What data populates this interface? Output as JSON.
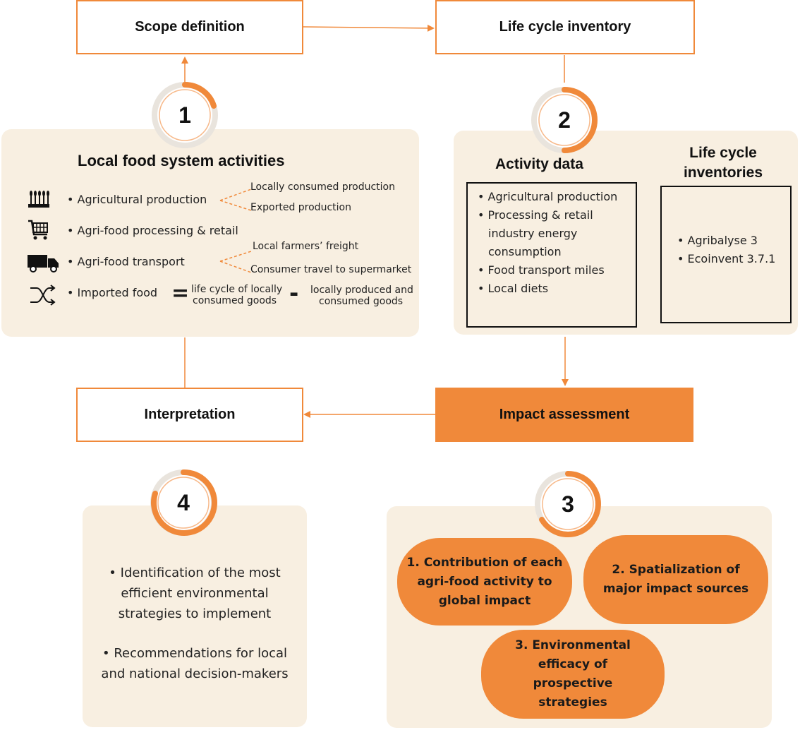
{
  "stages": {
    "scope": "Scope definition",
    "inventory": "Life cycle inventory",
    "interpretation": "Interpretation",
    "impact": "Impact assessment"
  },
  "badges": {
    "one": "1",
    "two": "2",
    "three": "3",
    "four": "4"
  },
  "panel1": {
    "title": "Local food system activities",
    "agri": "• Agricultural production",
    "agri_local": "Locally consumed production",
    "agri_export": "Exported production",
    "processing": "• Agri-food processing & retail",
    "transport": "• Agri-food transport",
    "transport_farmers": "Local farmers’ freight",
    "transport_consumer": "Consumer travel to supermarket",
    "imported": "• Imported food",
    "equals": "=",
    "lc_line1": "life cycle of locally",
    "lc_line2": "consumed goods",
    "minus": "-",
    "lp_line1": "locally produced and",
    "lp_line2": "consumed goods",
    "icons": [
      "wheat-field-icon",
      "shopping-cart-icon",
      "delivery-truck-icon",
      "crossing-arrows-icon"
    ]
  },
  "panel2": {
    "activity_title": "Activity data",
    "activity_items": [
      "• Agricultural production",
      "• Processing & retail",
      "  industry energy",
      "  consumption",
      "• Food transport miles",
      "• Local diets"
    ],
    "lci_title_1": "Life cycle",
    "lci_title_2": "inventories",
    "lci_items": [
      "• Agribalyse 3",
      "•  Ecoinvent 3.7.1"
    ]
  },
  "panel3": {
    "pill1": [
      "1. Contribution of each",
      "agri-food activity to",
      "global impact"
    ],
    "pill2": [
      "2. Spatialization of",
      "major impact sources"
    ],
    "pill3": [
      "3.  Environmental",
      "efficacy of",
      "prospective",
      "strategies"
    ]
  },
  "panel4": {
    "rec1": [
      "• Identification of the most",
      "efficient environmental",
      "strategies to implement"
    ],
    "rec2": [
      "• Recommendations for local",
      "and national decision-makers"
    ]
  },
  "colors": {
    "accent": "#f0893a",
    "panel": "#f8efe1",
    "ring": "#e9e4dd"
  }
}
